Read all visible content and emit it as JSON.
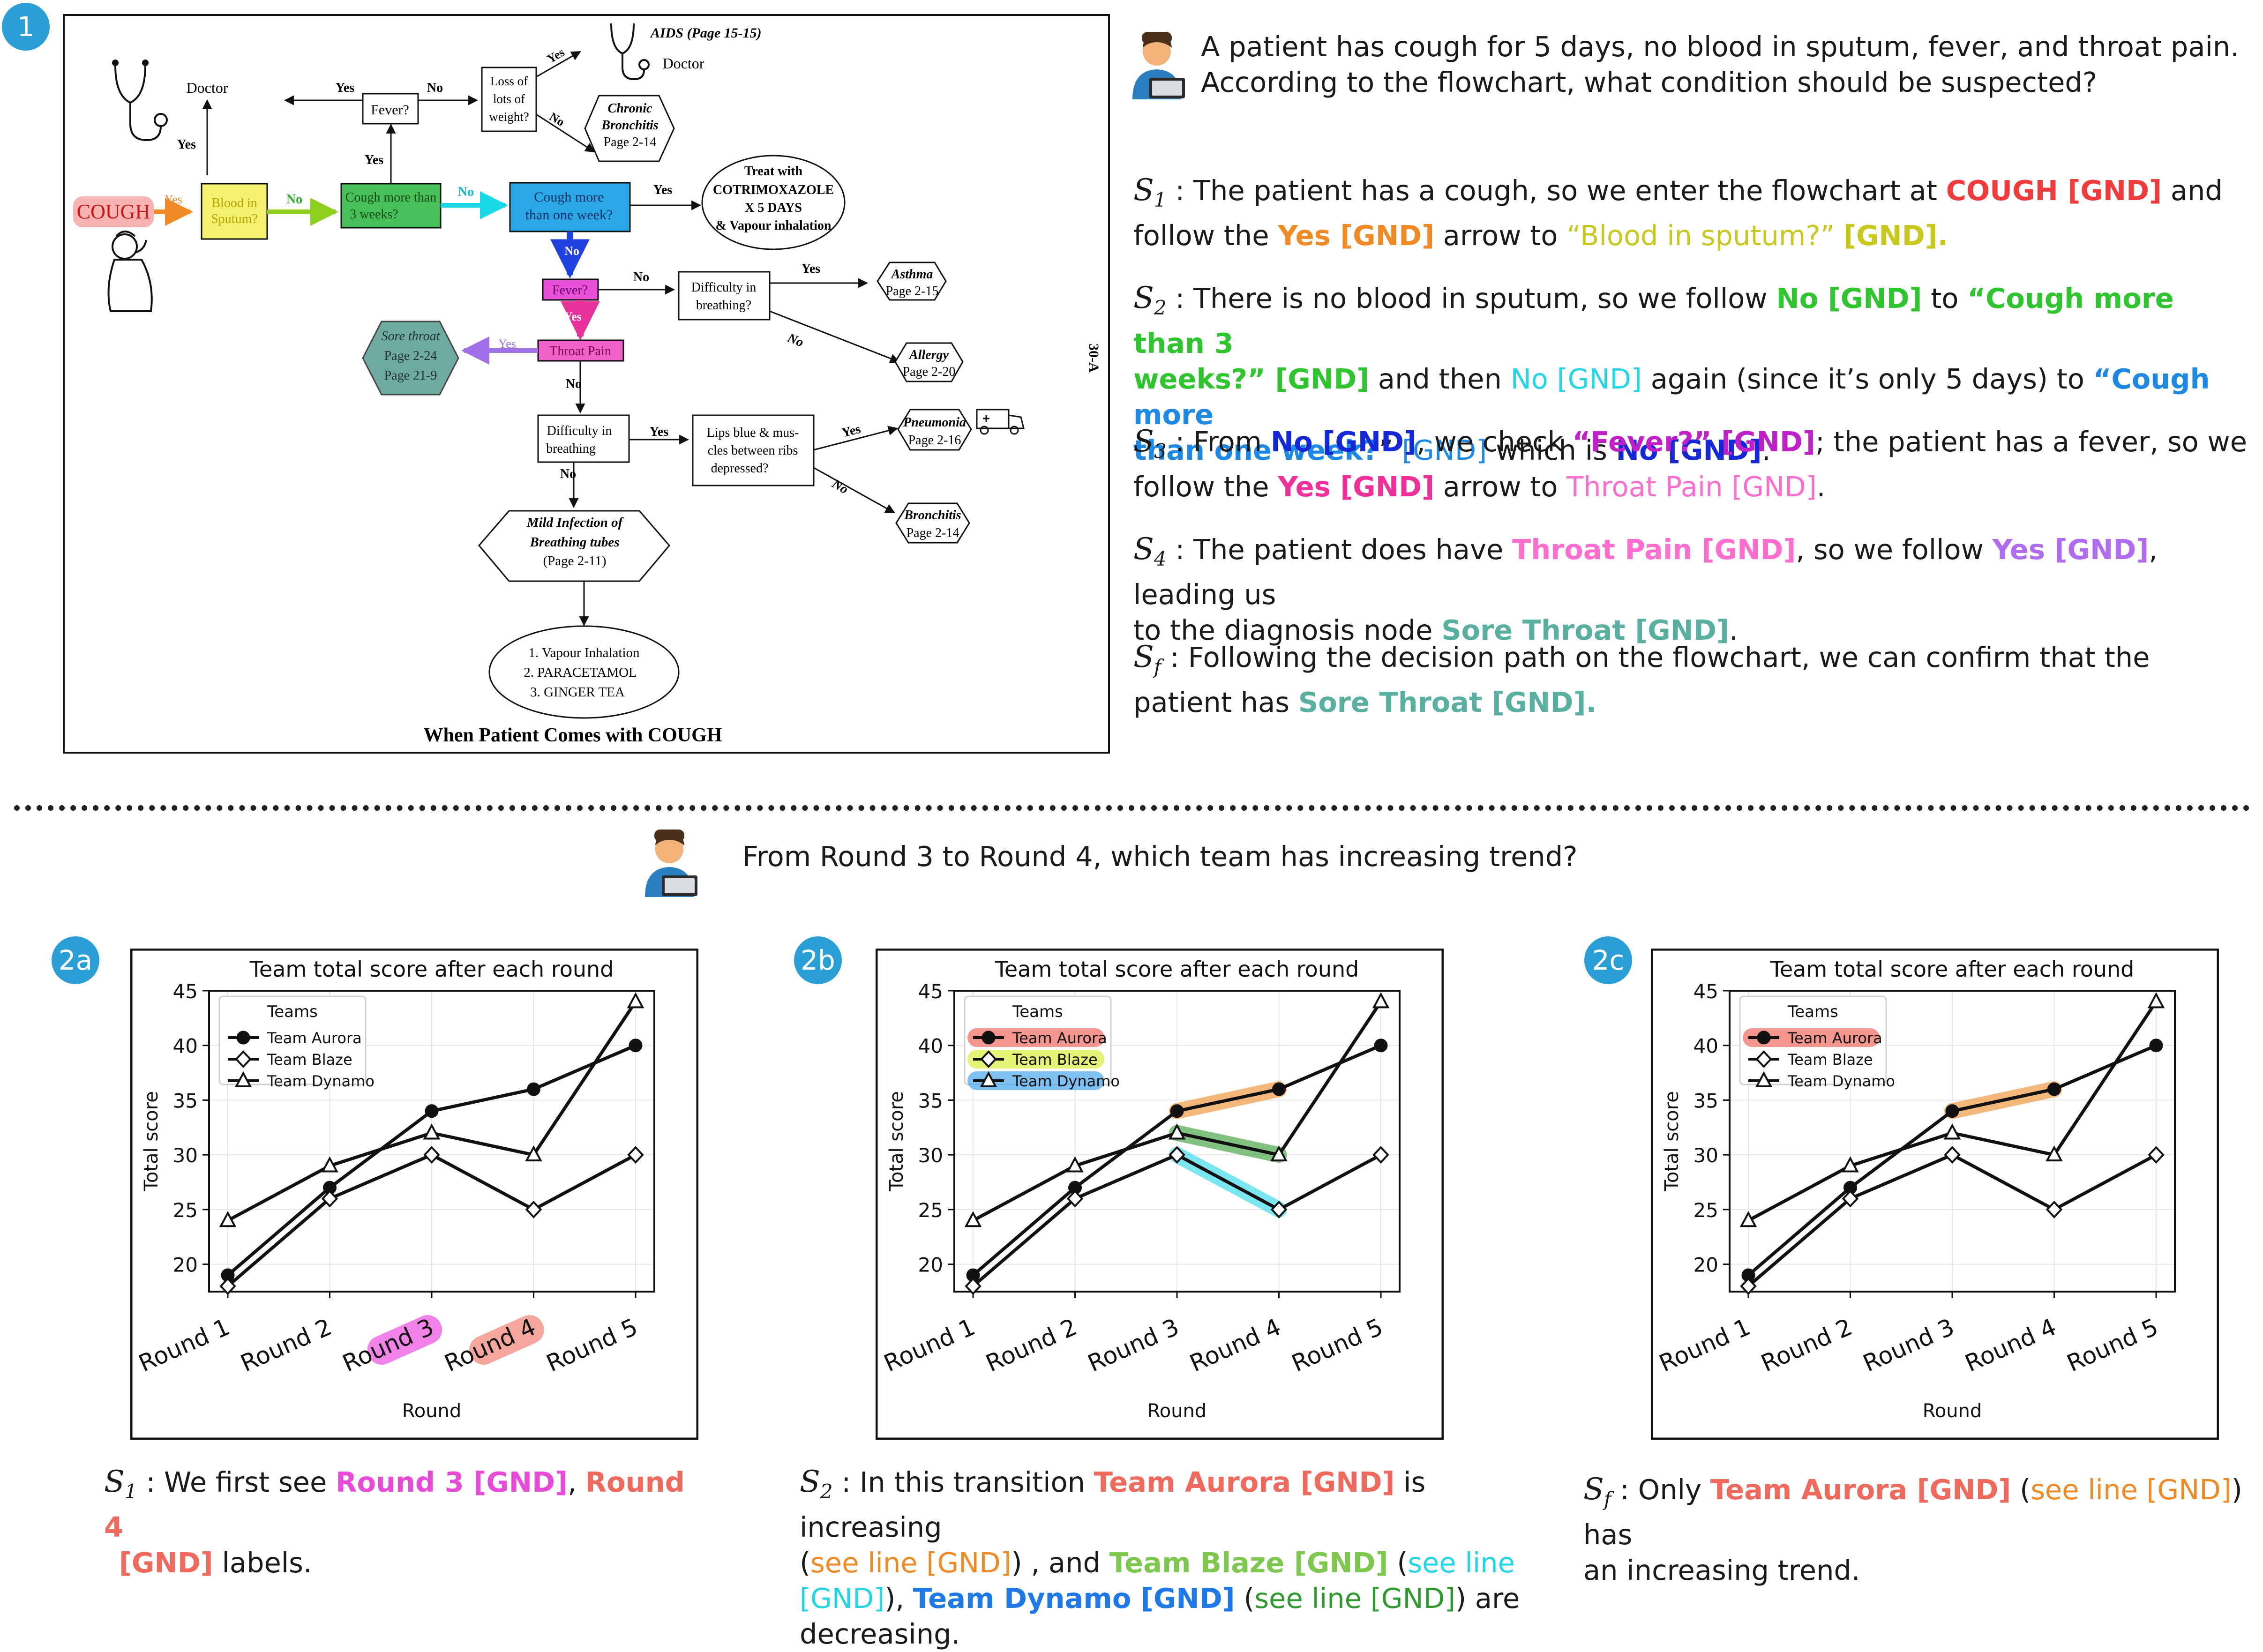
{
  "badges": {
    "one": "1",
    "two_a": "2a",
    "two_b": "2b",
    "two_c": "2c"
  },
  "colors": {
    "cough": "#ef3b3b",
    "yes_orange": "#f08a24",
    "blood_yellow": "#c8c81e",
    "green": "#2fc52f",
    "cyan": "#22d6e6",
    "blue_light": "#1e88e5",
    "navy": "#1428d8",
    "magenta": "#c020c8",
    "pink": "#f0309a",
    "pink_light": "#ff6ecf",
    "violet": "#b06cf0",
    "teal": "#5ab0a0",
    "aurora": "#ef6a5c",
    "blaze": "#7ec850",
    "dynamo": "#1e78e8",
    "badge": "#2a9fd6"
  },
  "flowchart": {
    "caption": "When Patient Comes with COUGH",
    "side_label": "30-A",
    "nodes": {
      "cough": "COUGH",
      "blood": [
        "Blood in",
        "Sputum?"
      ],
      "cough3": [
        "Cough more than",
        "3 weeks?"
      ],
      "cough1": [
        "Cough more",
        "than one week?"
      ],
      "fever_top": "Fever?",
      "loss": [
        "Loss of",
        "lots of",
        "weight?"
      ],
      "aids": "AIDS (Page 15-15)",
      "doctor_left": "Doctor",
      "doctor_right": "Doctor",
      "chronic": [
        "Chronic",
        "Bronchitis",
        "Page 2-14"
      ],
      "treat": [
        "Treat with",
        "COTRIMOXAZOLE",
        "X  5 DAYS",
        "& Vapour inhalation"
      ],
      "fever_mid": "Fever?",
      "difficulty1": [
        "Difficulty in",
        "breathing?"
      ],
      "asthma": [
        "Asthma",
        "Page 2-15"
      ],
      "allergy": [
        "Allergy",
        "Page 2-20"
      ],
      "throat": "Throat Pain",
      "sore": [
        "Sore throat",
        "Page 2-24",
        "Page 21-9"
      ],
      "difficulty2": [
        "Difficulty in",
        "breathing"
      ],
      "lips": [
        "Lips blue & mus-",
        "cles between ribs",
        "depressed?"
      ],
      "pneumonia": [
        "Pneumonia",
        "Page 2-16"
      ],
      "bronchitis": [
        "Bronchitis",
        "Page 2-14"
      ],
      "mild": [
        "Mild Infection of",
        "Breathing tubes",
        "(Page 2-11)"
      ],
      "remedy": [
        "1. Vapour Inhalation",
        "2. PARACETAMOL",
        "3. GINGER TEA"
      ]
    },
    "edge_labels": {
      "yes": "Yes",
      "no": "No"
    }
  },
  "q1": {
    "question": [
      "A patient has cough for 5 days, no blood in sputum, fever, and throat pain.",
      "According to the flowchart, what condition should be suspected?"
    ]
  },
  "steps1": {
    "s1": {
      "label": "S",
      "sub": "1",
      "t1": " : The patient has a cough, so we enter the flowchart at ",
      "g1": "COUGH [GND]",
      "t2": " and",
      "t3": "follow the ",
      "g2": "Yes [GND]",
      "t4": " arrow to ",
      "g3": "“Blood in sputum?” ",
      "g4": "[GND]."
    },
    "s2": {
      "label": "S",
      "sub": "2",
      "t1": " : There is no blood in sputum, so we follow ",
      "g1": "No [GND]",
      "t2": " to ",
      "g2": "“Cough more than 3",
      "g3": "weeks?” [GND]",
      "t3": " and then ",
      "g4": "No [GND]",
      "t4": " again (since it’s only 5 days) to ",
      "g5": "“Cough more",
      "g6": "than one week?",
      "t5": "” ",
      "g7": "[GND]",
      "t6": " which is ",
      "g8": "No [GND]",
      "t7": "."
    },
    "s3": {
      "label": "S",
      "sub": "3",
      "t1": " : From ",
      "g1": "No [GND]",
      "t2": ", we check ",
      "g2": "“Fever?” [GND]",
      "t3": "; the patient has a fever, so we",
      "t4": "follow the ",
      "g3": "Yes [GND]",
      "t5": " arrow to ",
      "g4": "Throat Pain [GND]",
      "t6": "."
    },
    "s4": {
      "label": "S",
      "sub": "4",
      "t1": " : The patient does have ",
      "g1": "Throat Pain [GND]",
      "t2": ", so we follow ",
      "g2": "Yes [GND]",
      "t3": ", leading us",
      "t4": "to the diagnosis node ",
      "g3": "Sore Throat [GND]",
      "t5": "."
    },
    "sf": {
      "label": "S",
      "sub": "f",
      "t1": " : Following the decision path on the flowchart, we can confirm that the",
      "t2": "patient has ",
      "g1": "Sore Throat [GND]."
    }
  },
  "q2": {
    "question": "From Round 3 to Round 4, which team has increasing trend?"
  },
  "chart_data": [
    {
      "type": "line",
      "title": "Team total score after each round",
      "xlabel": "Round",
      "ylabel": "Total score",
      "categories": [
        "Round 1",
        "Round 2",
        "Round 3",
        "Round 4",
        "Round 5"
      ],
      "ylim": [
        17.5,
        45
      ],
      "yticks": [
        20,
        25,
        30,
        35,
        40,
        45
      ],
      "legend_title": "Teams",
      "legend": "top-left",
      "series": [
        {
          "name": "Team Aurora",
          "marker": "circle",
          "values": [
            19,
            27,
            34,
            36,
            40
          ]
        },
        {
          "name": "Team Blaze",
          "marker": "diamond",
          "values": [
            18,
            26,
            30,
            25,
            30
          ]
        },
        {
          "name": "Team Dynamo",
          "marker": "triangle",
          "values": [
            24,
            29,
            32,
            30,
            44
          ]
        }
      ],
      "highlight_ticks": [
        {
          "index": 2,
          "color": "#e830d8"
        },
        {
          "index": 3,
          "color": "#ef6a5c"
        }
      ]
    },
    {
      "type": "line",
      "title": "Team total score after each round",
      "xlabel": "Round",
      "ylabel": "Total score",
      "categories": [
        "Round 1",
        "Round 2",
        "Round 3",
        "Round 4",
        "Round 5"
      ],
      "ylim": [
        17.5,
        45
      ],
      "yticks": [
        20,
        25,
        30,
        35,
        40,
        45
      ],
      "legend_title": "Teams",
      "legend": "top-left",
      "series": [
        {
          "name": "Team Aurora",
          "marker": "circle",
          "values": [
            19,
            27,
            34,
            36,
            40
          ],
          "highlight": "#ef6a5c",
          "segment_color": "#f08a24"
        },
        {
          "name": "Team Blaze",
          "marker": "diamond",
          "values": [
            18,
            26,
            30,
            25,
            30
          ],
          "highlight": "#d8ec3c",
          "segment_color": "#22d6e6"
        },
        {
          "name": "Team Dynamo",
          "marker": "triangle",
          "values": [
            24,
            29,
            32,
            30,
            44
          ],
          "highlight": "#4aa6f0",
          "segment_color": "#2e9a2e"
        }
      ],
      "highlight_segment": [
        2,
        3
      ]
    },
    {
      "type": "line",
      "title": "Team total score after each round",
      "xlabel": "Round",
      "ylabel": "Total score",
      "categories": [
        "Round 1",
        "Round 2",
        "Round 3",
        "Round 4",
        "Round 5"
      ],
      "ylim": [
        17.5,
        45
      ],
      "yticks": [
        20,
        25,
        30,
        35,
        40,
        45
      ],
      "legend_title": "Teams",
      "legend": "top-left",
      "series": [
        {
          "name": "Team Aurora",
          "marker": "circle",
          "values": [
            19,
            27,
            34,
            36,
            40
          ],
          "highlight": "#ef6a5c",
          "segment_color": "#f08a24"
        },
        {
          "name": "Team Blaze",
          "marker": "diamond",
          "values": [
            18,
            26,
            30,
            25,
            30
          ]
        },
        {
          "name": "Team Dynamo",
          "marker": "triangle",
          "values": [
            24,
            29,
            32,
            30,
            44
          ]
        }
      ],
      "highlight_segment": [
        2,
        3
      ]
    }
  ],
  "captions": {
    "a": {
      "label": "S",
      "sub": "1",
      "t1": " :  We first see ",
      "g1": "Round 3 [GND]",
      "t2": ", ",
      "g2": "Round 4",
      "g3": "[GND]",
      "t3": " labels."
    },
    "b": {
      "label": "S",
      "sub": "2",
      "t1": " :  In this transition ",
      "g1": "Team Aurora [GND]",
      "t2": " is increasing",
      "t3": "(",
      "g2": "see line [GND]",
      "t4": ") ,  and ",
      "g3": "Team Blaze [GND]",
      "t5": " (",
      "g4": "see line",
      "g5": "[GND]",
      "t6": "), ",
      "g6": "Team Dynamo [GND]",
      "t7": " (",
      "g7": "see line [GND]",
      "t8": ") are",
      "t9": "decreasing."
    },
    "c": {
      "label": "S",
      "sub": "f",
      "t1": " : Only ",
      "g1": "Team Aurora [GND]",
      "t2": " (",
      "g2": "see line [GND]",
      "t3": ") has",
      "t4": "an increasing trend."
    }
  }
}
